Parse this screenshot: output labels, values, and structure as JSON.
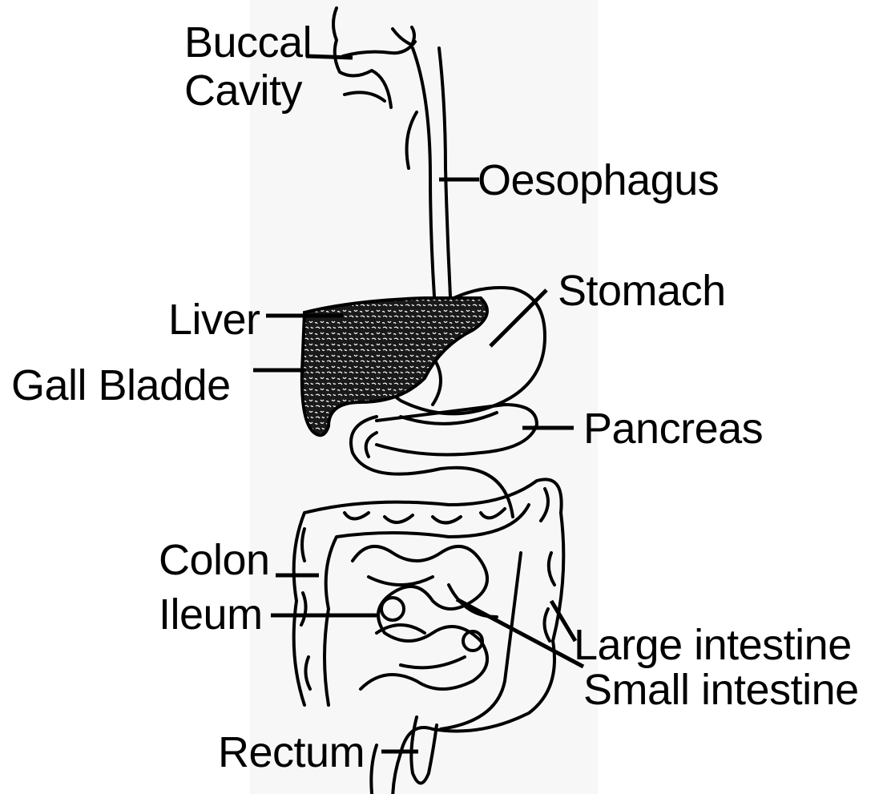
{
  "labels": {
    "buccal_line1": "Buccal",
    "buccal_line2": "Cavity",
    "oesophagus": "Oesophagus",
    "stomach": "Stomach",
    "liver": "Liver",
    "gall_bladder": "Gall Bladde",
    "pancreas": "Pancreas",
    "colon": "Colon",
    "ileum": "Ileum",
    "large_intestine": "Large intestine",
    "small_intestine": "Small intestine",
    "rectum": "Rectum"
  },
  "colors": {
    "ink": "#000000",
    "panel": "#f7f7f7",
    "background": "#ffffff"
  }
}
